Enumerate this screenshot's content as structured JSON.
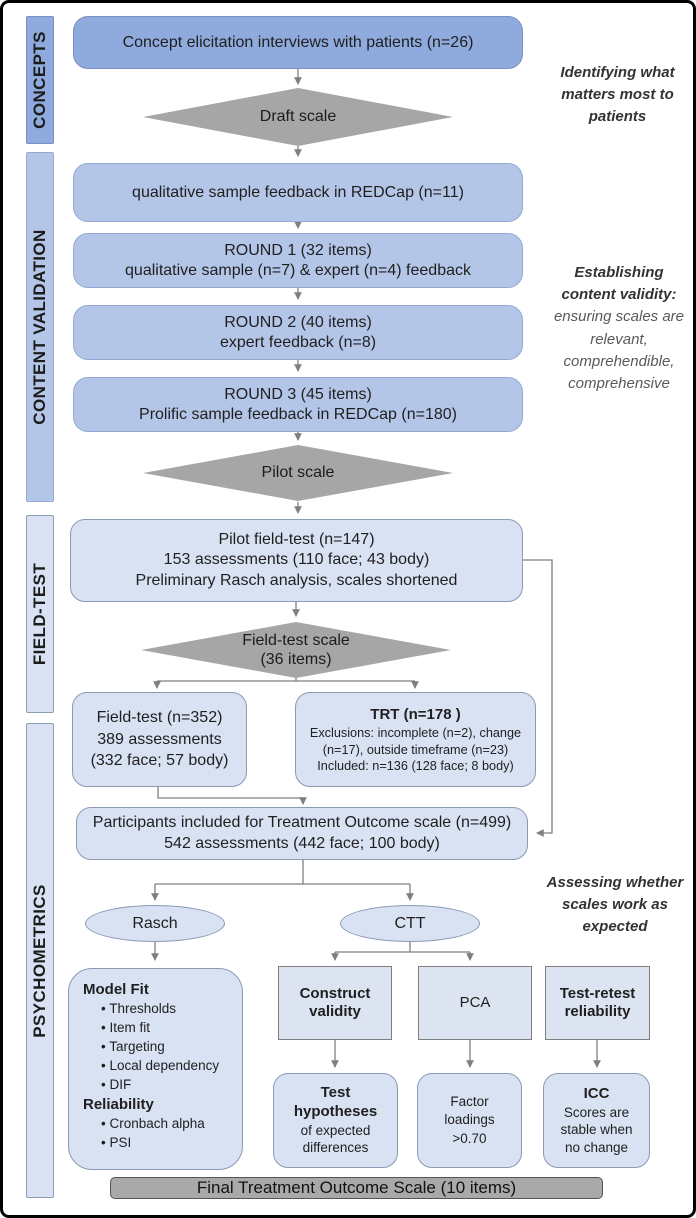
{
  "sidebar": {
    "sections": [
      {
        "label": "CONCEPTS"
      },
      {
        "label": "CONTENT VALIDATION"
      },
      {
        "label": "FIELD-TEST"
      },
      {
        "label": "PSYCHOMETRICS"
      }
    ]
  },
  "flow": {
    "concept_box": {
      "text": "Concept elicitation interviews with patients (n=26)"
    },
    "draft_diamond": {
      "text": "Draft scale"
    },
    "qual_box": {
      "text": "qualitative sample feedback in REDCap (n=11)"
    },
    "round1": {
      "line1": "ROUND 1 (32 items)",
      "line2": "qualitative sample (n=7) & expert (n=4) feedback"
    },
    "round2": {
      "line1": "ROUND 2 (40 items)",
      "line2": "expert feedback (n=8)"
    },
    "round3": {
      "line1": "ROUND 3 (45 items)",
      "line2": "Prolific sample feedback in REDCap (n=180)"
    },
    "pilot_diamond": {
      "text": "Pilot scale"
    },
    "pilot_box": {
      "line1": "Pilot field-test (n=147)",
      "line2": "153 assessments (110 face; 43 body)",
      "line3": "Preliminary Rasch analysis, scales shortened"
    },
    "fieldtest_diamond": {
      "line1": "Field-test scale",
      "line2": "(36 items)"
    },
    "fieldtest_box": {
      "line1": "Field-test (n=352)",
      "line2": "389 assessments",
      "line3": "(332 face; 57 body)"
    },
    "trt_box": {
      "title": "TRT (n=178 )",
      "line1": "Exclusions: incomplete (n=2), change",
      "line2": "(n=17), outside timeframe (n=23)",
      "line3": "Included:  n=136 (128 face; 8 body)"
    },
    "participants_box": {
      "line1": "Participants included for Treatment Outcome scale (n=499)",
      "line2": "542 assessments (442 face; 100 body)"
    },
    "rasch_ellipse": {
      "text": "Rasch"
    },
    "ctt_ellipse": {
      "text": "CTT"
    },
    "modelfit_box": {
      "header1": "Model Fit",
      "bullets1": [
        "Thresholds",
        "Item fit",
        "Targeting",
        "Local dependency",
        "DIF"
      ],
      "header2": "Reliability",
      "bullets2": [
        "Cronbach alpha",
        "PSI"
      ]
    },
    "construct_box": {
      "text": "Construct validity"
    },
    "pca_box": {
      "text": "PCA"
    },
    "retest_box": {
      "text": "Test-retest reliability"
    },
    "hypotheses_box": {
      "bold": "Test hypotheses",
      "rest": "of expected differences"
    },
    "factor_box": {
      "text": "Factor loadings >0.70"
    },
    "icc_box": {
      "bold": "ICC",
      "rest": "Scores are stable when no change"
    },
    "final_bar": {
      "text": "Final Treatment Outcome Scale (10 items)"
    }
  },
  "annotations": {
    "concepts": {
      "text": "Identifying what matters most to patients"
    },
    "content_validation": {
      "bold": "Establishing content validity:",
      "rest": "ensuring scales are relevant, comprehendible, comprehensive"
    },
    "psychometrics": {
      "text": "Assessing whether scales work as expected"
    }
  },
  "colors": {
    "dark_blue": "#8faadc",
    "medium_blue": "#b4c6e7",
    "light_blue": "#d9e2f3",
    "diamond_gray": "#a6a6a6",
    "final_bar_gray": "#a9a9a9",
    "connector_gray": "#7f7f7f"
  }
}
